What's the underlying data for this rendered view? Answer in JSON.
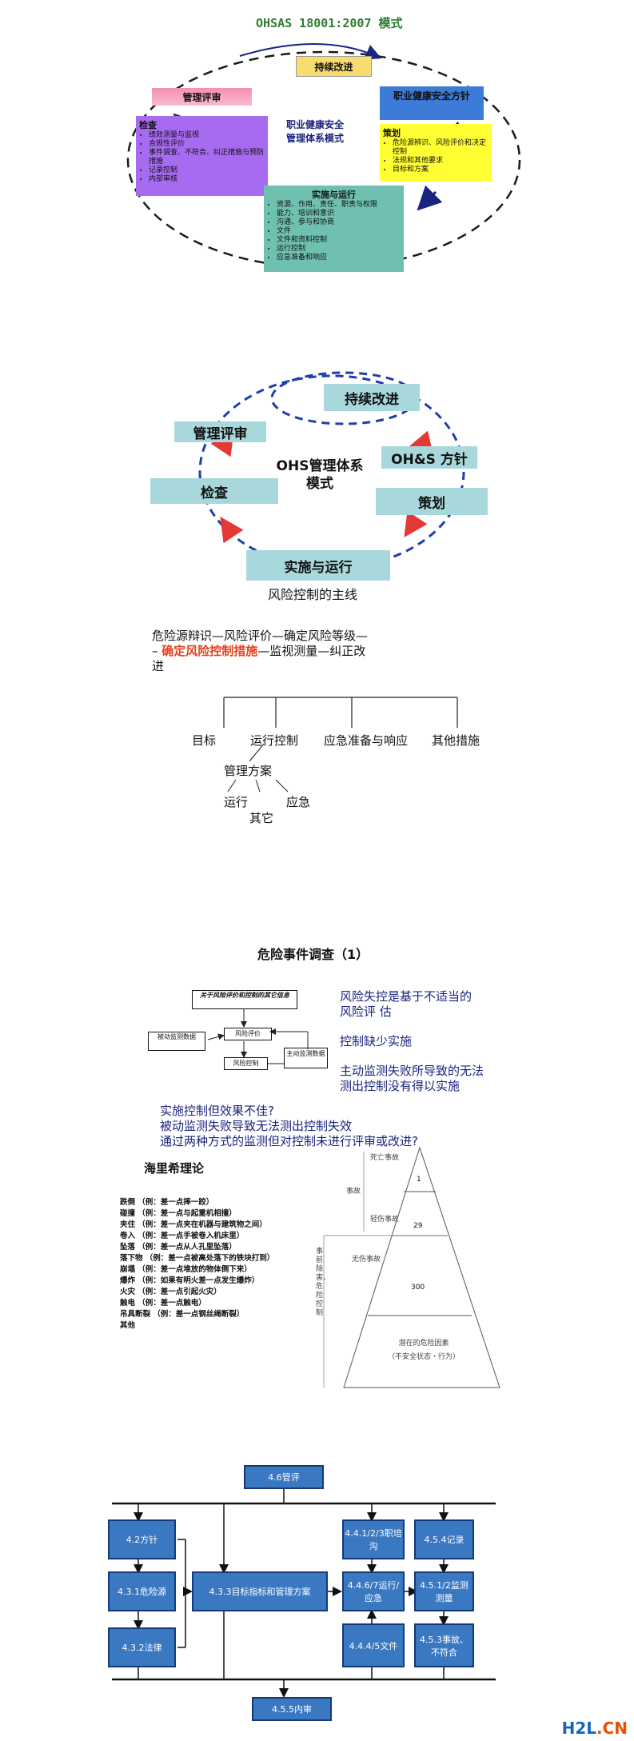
{
  "s1": {
    "title": "OHSAS 18001:2007 模式",
    "improve": "持续改进",
    "review": "管理评审",
    "policy": "职业健康安全方针",
    "center": [
      "职业健康安全",
      "管理体系模式"
    ],
    "check_title": "检查",
    "check_items": [
      "绩效测量与监视",
      "合规性评价",
      "事件调查、不符合、纠正措施与预防措施",
      "记录控制",
      "内部审核"
    ],
    "plan_title": "策划",
    "plan_items": [
      "危险源辨识、风险评价和决定控制",
      "法规和其他要求",
      "目标和方案"
    ],
    "do_title": "实施与运行",
    "do_items": [
      "资源、作用、责任、职责与权限",
      "能力、培训和意识",
      "沟通、参与和协商",
      "文件",
      "文件和资料控制",
      "运行控制",
      "应急准备和响应"
    ]
  },
  "s2": {
    "improve": "持续改进",
    "review": "管理评审",
    "policy": "OH&S 方针",
    "center": [
      "OHS管理体系",
      "模式"
    ],
    "check": "检查",
    "plan": "策划",
    "do": "实施与运行"
  },
  "s3": {
    "title": "风险控制的主线",
    "line1": "危险源辩识—风险评价—确定风险等级—",
    "line2_prefix": "–  ",
    "line2_red": "确定风险控制措施",
    "line2_rest": "—监视测量—纠正改",
    "line3": "进",
    "branches": [
      "目标",
      "运行控制",
      "应急准备与响应",
      "其他措施"
    ],
    "mgmt": "管理方案",
    "sub": [
      "运行",
      "应急",
      "其它"
    ]
  },
  "s4": {
    "title": "危险事件调查（1）",
    "flow_title": "关于风险评价和控制的其它信息",
    "flow_passive": "被动监测数据",
    "flow_assess": "风险评价",
    "flow_control": "风险控制",
    "flow_active": "主动监测数据",
    "right_points": [
      "风险失控是基于不适当的风险评 估",
      "控制缺少实施",
      "主动监测失败所导致的无法测出控制没有得以实施"
    ],
    "left_points": [
      "实施控制但效果不佳?",
      "被动监测失败导致无法测出控制失效",
      "通过两种方式的监测但对控制未进行评审或改进?"
    ],
    "heinrich_title": "海里希理论",
    "heinrich_items": [
      "跌倒 （例：差一点摔一跤）",
      "碰撞 （例：差一点与起重机相撞）",
      "夹住 （例：差一点夹在机器与建筑物之间）",
      "卷入 （例：差一点手被卷入机床里）",
      "坠落 （例：差一点从人孔里坠落）",
      "落下物 （例：差一点被高处落下的铁块打到）",
      "崩塌 （例：差一点堆放的物体倒下来）",
      "爆炸 （例：如果有明火差一点发生爆炸）",
      "火灾 （例：差一点引起火灾）",
      "触电 （例：差一点触电）",
      "吊具断裂 （例：差一点钢丝绳断裂）",
      "其他"
    ],
    "pyramid_labels": {
      "death": "死亡事故",
      "accident": "事故",
      "minor": "轻伤事故",
      "no_injury": "无伤事故",
      "side": "事前除害、危险控制",
      "latent": "潜在的危险因素",
      "latent_sub": "（不安全状态・行为）"
    },
    "pyramid_values": [
      "1",
      "29",
      "300"
    ]
  },
  "s5": {
    "boxes": {
      "mgmt": "4.6管评",
      "policy": "4.2方针",
      "hazard": "4.3.1危险源",
      "law": "4.3.2法律",
      "objectives": "4.3.3目标指标和管理方案",
      "training": "4.4.1/2/3职培沟",
      "operation": "4.4.6/7运行/应急",
      "docs": "4.4.4/5文件",
      "records": "4.5.4记录",
      "monitor": "4.5.1/2监测测量",
      "incident": "4.5.3事故、不符合",
      "audit": "4.5.5内审"
    }
  },
  "footer": {
    "brand_h2l": "H2L",
    "brand_cn": ".CN"
  }
}
